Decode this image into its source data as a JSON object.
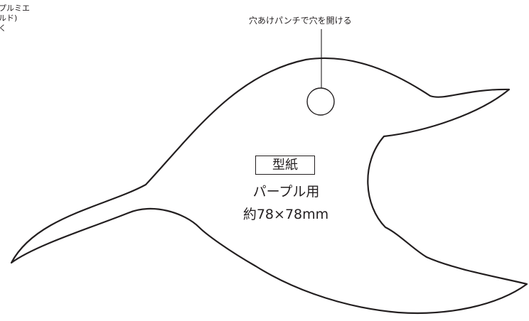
{
  "corner_note": {
    "line1": "ラプルミエ",
    "line2": "ールド)",
    "line3": "描く"
  },
  "annotation": {
    "punch_hole_text": "穴あけパンチで穴を開ける"
  },
  "template": {
    "badge": "型紙",
    "variant": "パープル用",
    "size": "約78×78mm"
  },
  "colors": {
    "stroke": "#231f20",
    "background": "#ffffff"
  }
}
